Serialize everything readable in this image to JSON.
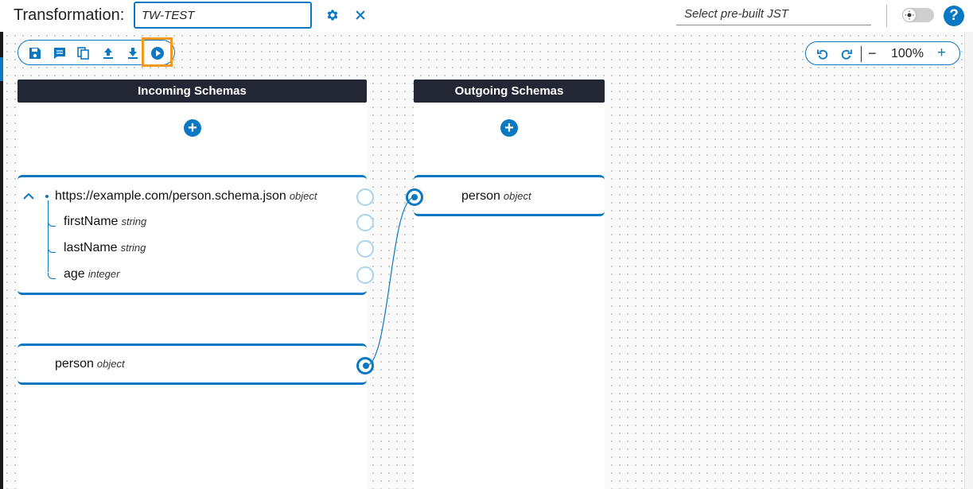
{
  "header": {
    "title_label": "Transformation:",
    "name_value": "TW-TEST",
    "jst_select_placeholder": "Select pre-built JST",
    "help_label": "?"
  },
  "toolbar": {
    "buttons": [
      "save-icon",
      "comment-icon",
      "copy-icon",
      "upload-icon",
      "download-icon",
      "run-icon"
    ]
  },
  "zoom": {
    "level": "100%",
    "minus_label": "−",
    "plus_label": "+"
  },
  "incoming": {
    "title": "Incoming Schemas",
    "add_label": "+",
    "schema_card": {
      "root": {
        "name": "https://example.com/person.schema.json",
        "type": "object"
      },
      "fields": [
        {
          "name": "firstName",
          "type": "string"
        },
        {
          "name": "lastName",
          "type": "string"
        },
        {
          "name": "age",
          "type": "integer"
        }
      ]
    },
    "person_card": {
      "name": "person",
      "type": "object"
    }
  },
  "outgoing": {
    "title": "Outgoing Schemas",
    "add_label": "+",
    "person_card": {
      "name": "person",
      "type": "object"
    }
  },
  "colors": {
    "accent": "#0b78c4",
    "header_dark": "#232634",
    "highlight": "#f39a1e",
    "port_idle": "#aad3ee"
  }
}
